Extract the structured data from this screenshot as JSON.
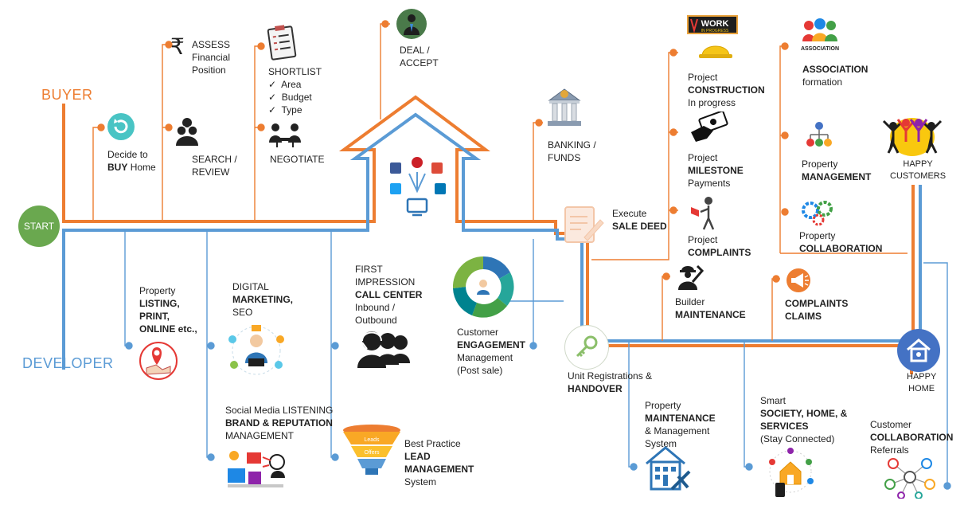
{
  "lanes": {
    "buyer": "BUYER",
    "developer": "DEVELOPER",
    "start": "START"
  },
  "colors": {
    "buyer": "#ed7d31",
    "developer": "#5b9bd5",
    "start": "#6aa84f",
    "home": "#4472c4"
  },
  "buyer_steps": {
    "decide": [
      "Decide to",
      "BUY",
      "Home"
    ],
    "assess": [
      "ASSESS",
      "Financial",
      "Position"
    ],
    "search": [
      "SEARCH /",
      "REVIEW"
    ],
    "shortlist": {
      "title": "SHORTLIST",
      "items": [
        "Area",
        "Budget",
        "Type"
      ]
    },
    "negotiate": "NEGOTIATE",
    "deal": [
      "DEAL /",
      "ACCEPT"
    ],
    "banking": [
      "BANKING /",
      "FUNDS"
    ],
    "execute": [
      "Execute",
      "SALE DEED"
    ]
  },
  "construction": {
    "progress": [
      "Project",
      "CONSTRUCTION",
      "In progress"
    ],
    "progress_sign": [
      "WORK",
      "IN PROGRESS"
    ],
    "milestone": [
      "Project",
      "MILESTONE",
      "Payments"
    ],
    "complaints": [
      "Project",
      "COMPLAINTS"
    ],
    "builder": [
      "Builder",
      "MAINTENANCE"
    ],
    "claims": [
      "COMPLAINTS",
      "CLAIMS"
    ]
  },
  "society": {
    "association_icon_text": "ASSOCIATION",
    "association": [
      "ASSOCIATION",
      "formation"
    ],
    "management": [
      "Property",
      "MANAGEMENT"
    ],
    "collaboration": [
      "Property",
      "COLLABORATION"
    ],
    "happy_customers": [
      "HAPPY",
      "CUSTOMERS"
    ],
    "happy_home": [
      "HAPPY",
      "HOME"
    ]
  },
  "developer_steps": {
    "listing": [
      "Property",
      "LISTING,",
      "PRINT,",
      "ONLINE etc.,"
    ],
    "digital": [
      "DIGITAL",
      "MARKETING,",
      "SEO"
    ],
    "social": [
      "Social Media LISTENING",
      "BRAND & REPUTATION",
      "MANAGEMENT"
    ],
    "callcenter": [
      "FIRST",
      "IMPRESSION",
      "CALL CENTER",
      "Inbound /",
      "Outbound"
    ],
    "lead": [
      "Best Practice",
      "LEAD",
      "MANAGEMENT",
      "System"
    ],
    "lead_funnel": [
      "Leads",
      "Offers"
    ],
    "engagement": [
      "Customer",
      "ENGAGEMENT",
      "Management",
      "(Post sale)"
    ],
    "handover": [
      "Unit Registrations &",
      "HANDOVER"
    ],
    "maintenance": [
      "Property",
      "MAINTENANCE",
      "& Management",
      "System"
    ],
    "smart": [
      "Smart",
      "SOCIETY, HOME, &",
      "SERVICES",
      "(Stay Connected)"
    ],
    "referrals": [
      "Customer",
      "COLLABORATION",
      "Referrals"
    ]
  }
}
